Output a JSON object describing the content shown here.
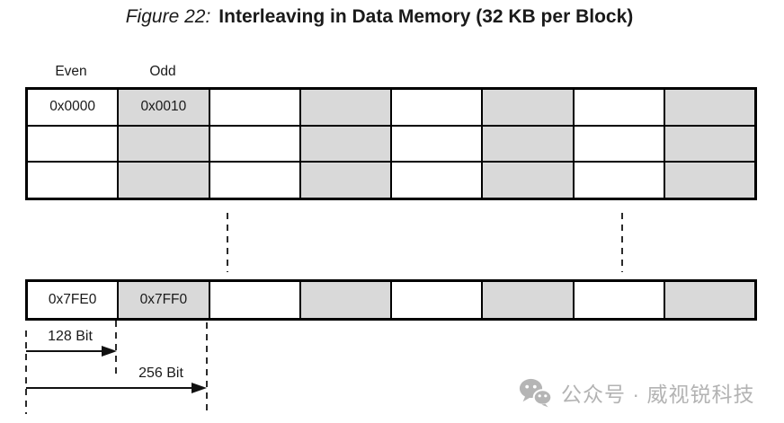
{
  "figure": {
    "label": "Figure 22:",
    "title": "Interleaving in Data Memory (32 KB per Block)"
  },
  "column_labels": {
    "even": "Even",
    "odd": "Odd"
  },
  "tables": {
    "top": {
      "rows": [
        [
          "0x0000",
          "0x0010",
          "",
          "",
          "",
          "",
          "",
          ""
        ],
        [
          "",
          "",
          "",
          "",
          "",
          "",
          "",
          ""
        ],
        [
          "",
          "",
          "",
          "",
          "",
          "",
          "",
          ""
        ]
      ]
    },
    "bottom": {
      "rows": [
        [
          "0x7FE0",
          "0x7FF0",
          "",
          "",
          "",
          "",
          "",
          ""
        ]
      ]
    }
  },
  "measurements": {
    "bit128": "128 Bit",
    "bit256": "256 Bit"
  },
  "watermark": {
    "icon": "wechat-icon",
    "text": "公众号 · 威视锐科技"
  },
  "colors": {
    "shaded_cell": "#d9d9d9",
    "border": "#000000",
    "watermark_gray": "#b3b3b3"
  }
}
